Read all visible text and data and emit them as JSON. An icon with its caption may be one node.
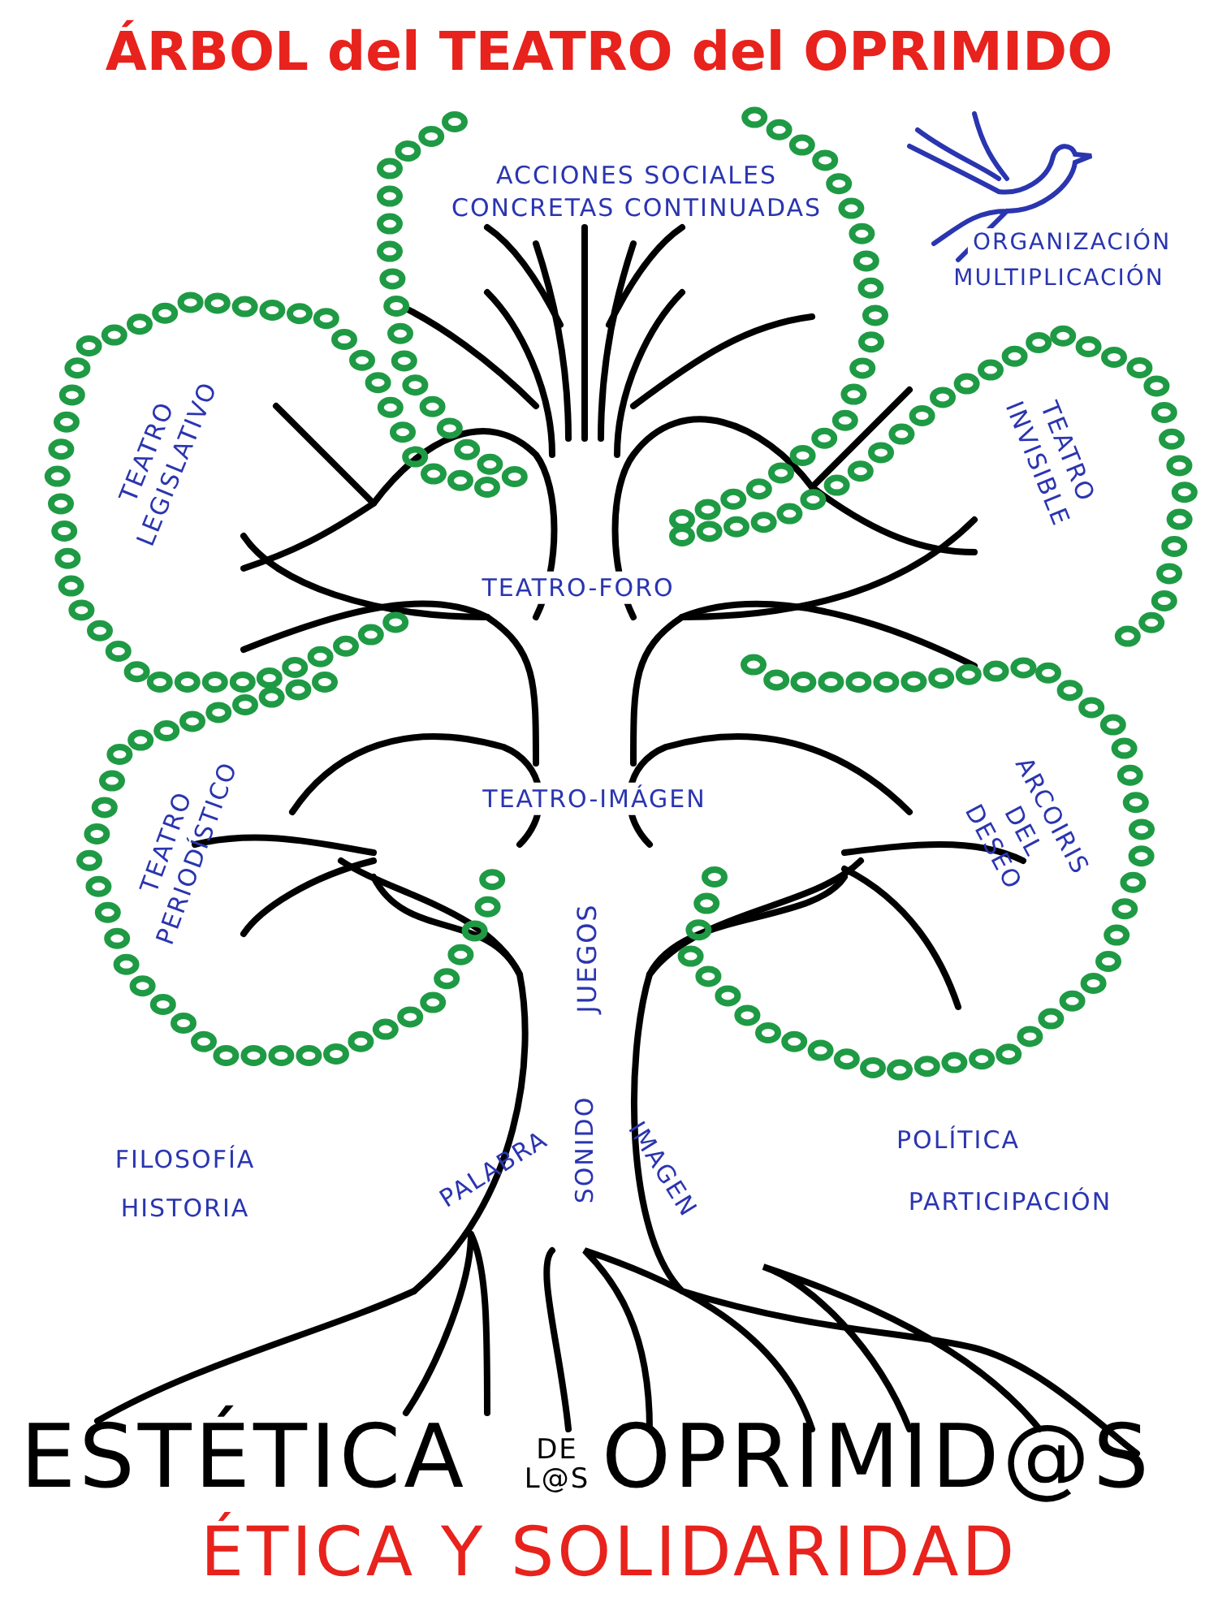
{
  "diagram": {
    "title": "ÁRBOL del TEATRO del OPRIMIDO",
    "labels": [
      "ACCIONES SOCIALES CONCRETAS CONTINUADAS",
      "ORGANIZACIÓN",
      "MULTIPLICACIÓN",
      "TEATRO LEGISLATIVO",
      "TEATRO INVISIBLE",
      "TEATRO-FORO",
      "TEATRO PERIODÍSTICO",
      "TEATRO-IMÁGEN",
      "ARCOIRIS DEL DESEO",
      "JUEGOS",
      "FILOSOFÍA",
      "HISTORIA",
      "PALABRA",
      "SONIDO",
      "IMAGEN",
      "POLÍTICA",
      "PARTICIPACIÓN",
      "ESTÉTICA",
      "DE L@S",
      "OPRIMID@S",
      "ÉTICA Y SOLIDARIDAD"
    ]
  }
}
